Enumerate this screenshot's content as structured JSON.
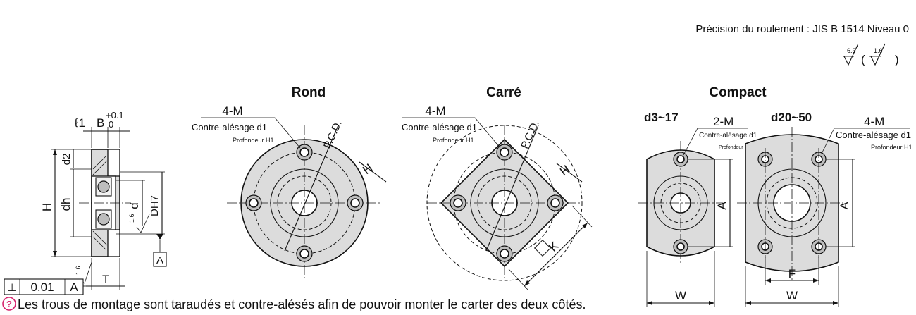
{
  "precision": {
    "text": "Précision du roulement : JIS  B  1514  Niveau  0",
    "roughness_main": "6.3",
    "roughness_paren": "1.6"
  },
  "titles": {
    "rond": "Rond",
    "carre": "Carré",
    "compact": "Compact"
  },
  "side_view": {
    "l1": "ℓ1",
    "b": "B",
    "b_tol_upper": "+0.1",
    "b_tol_lower": "0",
    "d2": "d2",
    "dh": "dh",
    "h": "H",
    "d": "d",
    "dh7": "DH7",
    "t": "T",
    "roughness_inner": "1.6",
    "roughness_face": "1.6",
    "datum": "A",
    "tol_symbol": "⊥",
    "tol_value": "0.01",
    "tol_datum": "A"
  },
  "rond": {
    "holes": "4-M",
    "counterbore": "Contre-alésage d1",
    "depth": "Profondeur H1",
    "pcd": "P.C.D.",
    "h": "H"
  },
  "carre": {
    "holes": "4-M",
    "counterbore": "Contre-alésage d1",
    "depth": "Profondeur H1",
    "pcd": "P.C.D.",
    "h": "H",
    "k": "K"
  },
  "compact": {
    "range_small": "d3~17",
    "range_large": "d20~50",
    "holes_small": "2-M",
    "holes_large": "4-M",
    "counterbore": "Contre-alésage d1",
    "depth": "Profondeur H1",
    "a": "A",
    "w": "W",
    "f": "F"
  },
  "note": {
    "icon": "?",
    "text": "Les trous de montage sont taraudés et contre-alésés afin de pouvoir monter le carter des deux côtés."
  }
}
